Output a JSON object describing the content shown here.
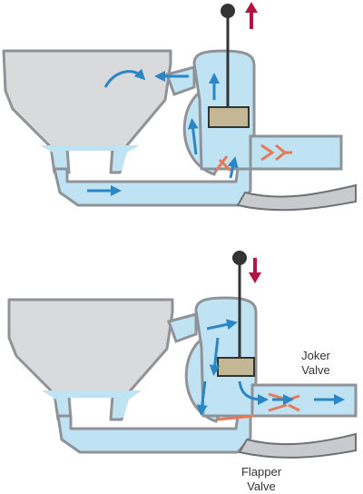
{
  "labels": {
    "joker_line1": "Joker",
    "joker_line2": "Valve",
    "flapper_line1": "Flapper",
    "flapper_line2": "Valve"
  },
  "panels": [
    {
      "stroke": "up"
    },
    {
      "stroke": "down"
    }
  ],
  "colors": {
    "water": "#bfe3f2",
    "bowl": "#d9dadc",
    "pipe_outline": "#8f9398",
    "pipe_fill": "#c8cacd",
    "flow_arrow": "#2b86c5",
    "valve_flap": "#e8785a",
    "motion_arrow": "#b01642",
    "piston": "#c4b894",
    "handle": "#333333"
  },
  "icons": {
    "up_stroke": "arrow-up-icon",
    "down_stroke": "arrow-down-icon",
    "flow": "flow-arrow-icon"
  }
}
